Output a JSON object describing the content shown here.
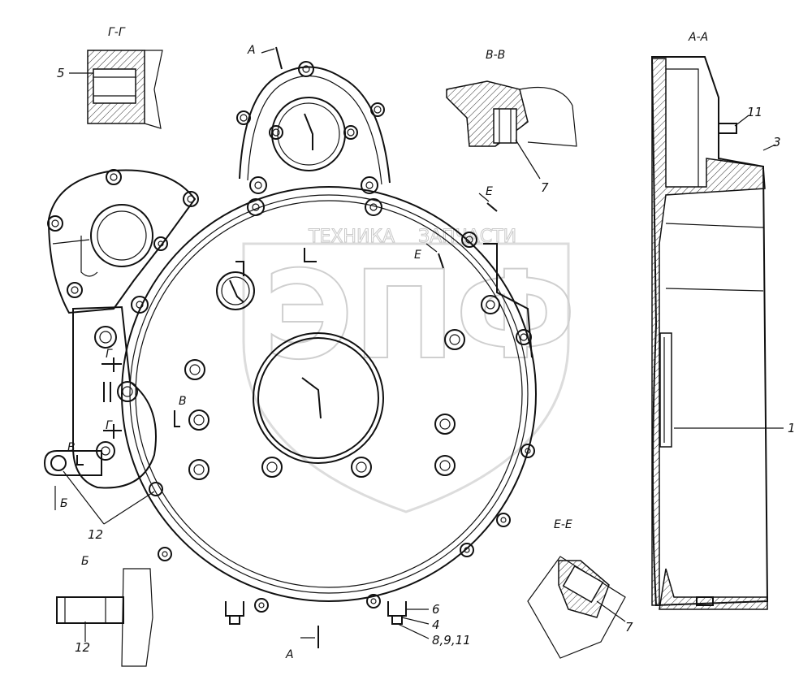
{
  "watermark": {
    "line1_left": "ТЕХНИКА",
    "line1_right": "ЗАПЧАСТИ",
    "logo": "ЭПФ"
  },
  "sections": {
    "g_g": "Г-Г",
    "v_v": "В-В",
    "a_a": "А-А",
    "e_e": "Е-Е",
    "b_view": "Б"
  },
  "cut_marks": {
    "a_top": "А",
    "a_bottom": "А",
    "e_upper": "Е",
    "e_lower": "Е",
    "g_upper": "Г",
    "g_lower": "Г",
    "v_right": "В",
    "v_left": "В",
    "b_arrow": "Б"
  },
  "callouts": {
    "c1": "1",
    "c3": "3",
    "c4": "4",
    "c5": "5",
    "c6": "6",
    "c7_vv": "7",
    "c7_ee": "7",
    "c11": "11",
    "c12_main": "12",
    "c12_b": "12",
    "c8_9_11": "8,9,11"
  }
}
